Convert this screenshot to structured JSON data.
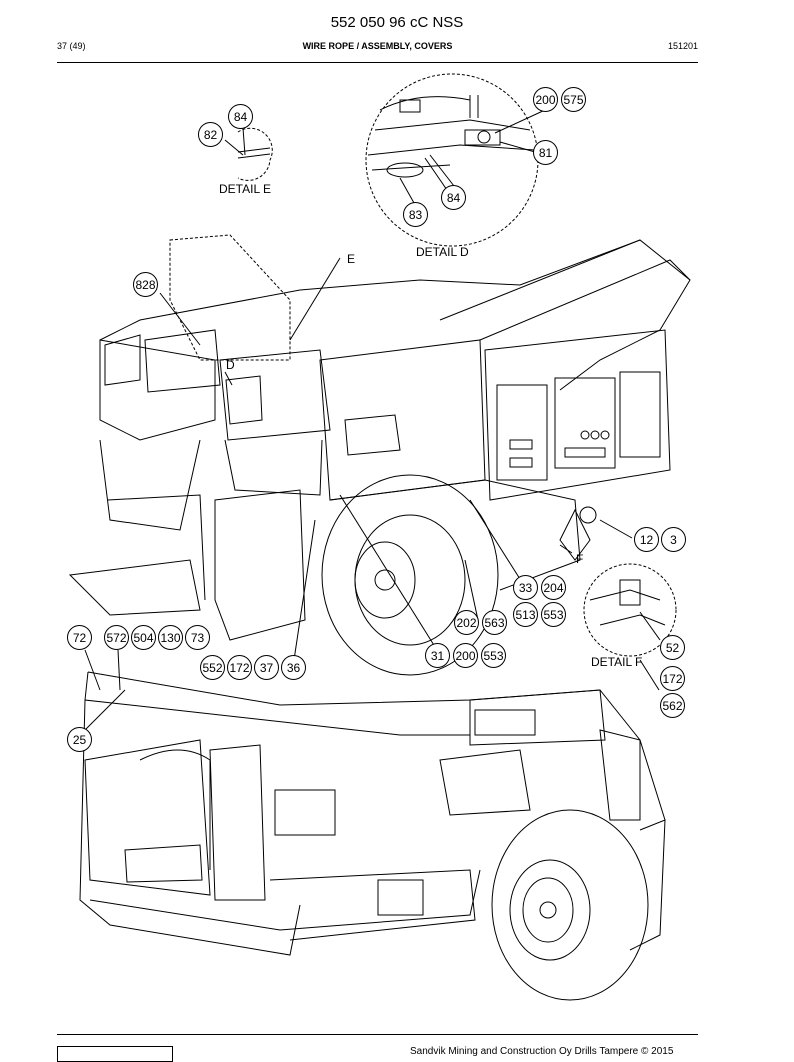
{
  "header": {
    "doc_number": "552 050 96 cC NSS",
    "page": "37 (49)",
    "section_title": "WIRE ROPE / ASSEMBLY, COVERS",
    "date_code": "151201"
  },
  "labels": {
    "detail_e": "DETAIL E",
    "detail_d": "DETAIL D",
    "detail_f": "DETAIL F",
    "marker_e": "E",
    "marker_d": "D",
    "marker_f": "F"
  },
  "callouts": [
    "84",
    "82",
    "200",
    "575",
    "81",
    "84",
    "83",
    "828",
    "12",
    "3",
    "33",
    "204",
    "513",
    "553",
    "202",
    "563",
    "52",
    "31",
    "200",
    "553",
    "172",
    "562",
    "72",
    "572",
    "504",
    "130",
    "73",
    "552",
    "172",
    "37",
    "36",
    "25"
  ],
  "footer": {
    "copyright": "Sandvik Mining and Construction Oy Drills Tampere © 2015"
  }
}
